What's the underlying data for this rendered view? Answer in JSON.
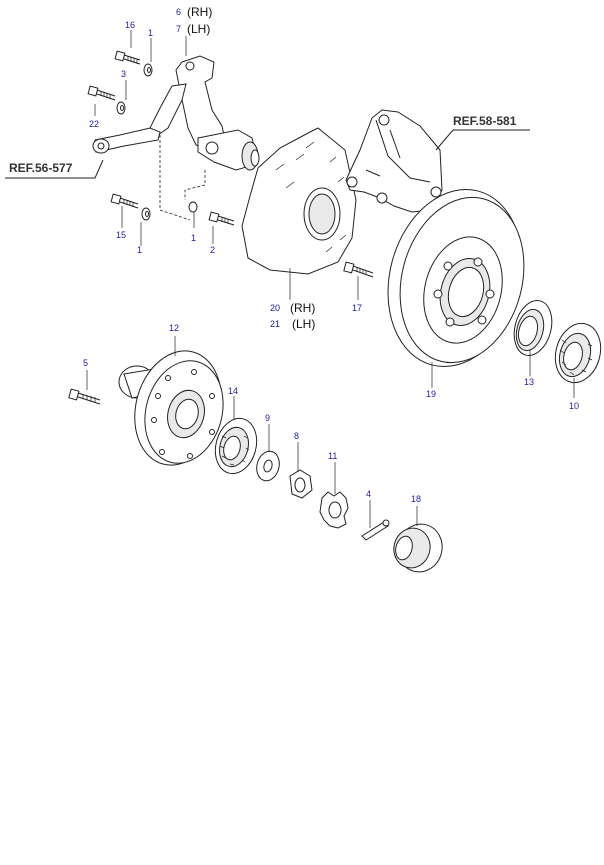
{
  "refs": {
    "ref_56_577": "REF.56-577",
    "ref_58_581": "REF.58-581"
  },
  "labels": {
    "p6_num": "6",
    "p6_side": "(RH)",
    "p7_num": "7",
    "p7_side": "(LH)",
    "p20_num": "20",
    "p20_side": "(RH)",
    "p21_num": "21",
    "p21_side": "(LH)",
    "p16": "16",
    "p1a": "1",
    "p3": "3",
    "p22": "22",
    "p15": "15",
    "p1b": "1",
    "p1c": "1",
    "p2": "2",
    "p17": "17",
    "p19": "19",
    "p13": "13",
    "p10": "10",
    "p12": "12",
    "p5": "5",
    "p14": "14",
    "p9": "9",
    "p8": "8",
    "p11": "11",
    "p4": "4",
    "p18": "18"
  },
  "colors": {
    "part_number": "#1a1aa6",
    "line": "#222222",
    "ref_text": "#333333"
  }
}
